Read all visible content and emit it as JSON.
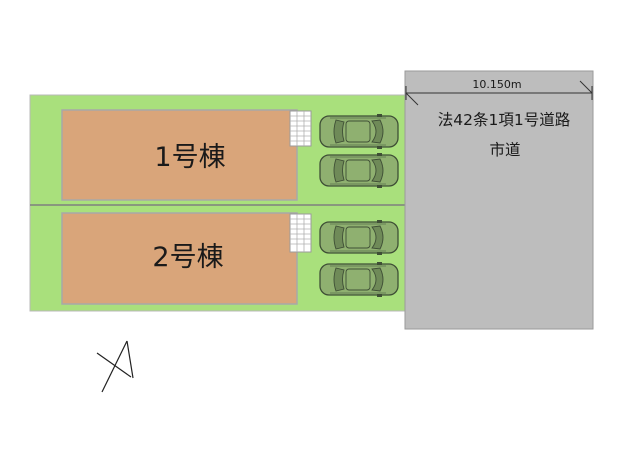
{
  "plan": {
    "building_1_label": "1号棟",
    "building_2_label": "2号棟",
    "road_width": "10.150m",
    "road_type": "法42条1項1号道路",
    "road_name": "市道"
  },
  "colors": {
    "lot_green": "#a9e07c",
    "lot_border": "#b9b9b9",
    "building_fill": "#d9a57a",
    "building_border": "#a8a8a8",
    "road_fill": "#bdbdbd",
    "road_border": "#9a9a9a",
    "car_fill": "#8fb070",
    "car_outline": "#3f4f36",
    "divider": "#7f7f7f"
  },
  "icons": {
    "compass": "north-arrow-icon",
    "car": "car-icon",
    "bicycle_rack": "bicycle-parking-icon"
  }
}
